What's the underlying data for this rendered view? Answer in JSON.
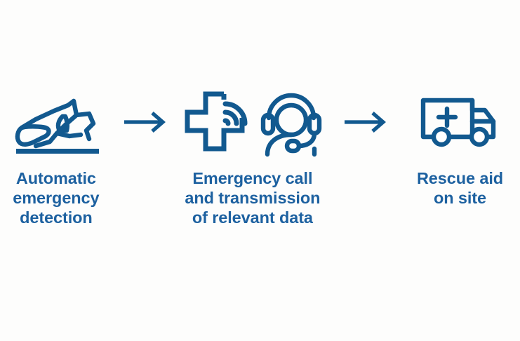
{
  "theme": {
    "background": "#fdfdfc",
    "brand_blue": "#12598F",
    "text_blue": "#1D61A0"
  },
  "flow": {
    "steps": [
      {
        "id": "step-automatic-detection",
        "label": "Automatic\nemergency\ndetection",
        "icons": [
          {
            "name": "crashed-car-icon",
            "title": "Crashed car with impact barrier"
          }
        ]
      },
      {
        "id": "step-emergency-call",
        "label": "Emergency call\nand transmission\nof relevant data",
        "icons": [
          {
            "name": "medical-cross-signal-icon",
            "title": "Medical cross with wireless signal"
          },
          {
            "name": "headset-operator-icon",
            "title": "Call centre operator with headset"
          }
        ]
      },
      {
        "id": "step-rescue-aid",
        "label": "Rescue aid\non site",
        "icons": [
          {
            "name": "ambulance-icon",
            "title": "Ambulance van with medical cross"
          }
        ]
      }
    ],
    "arrows": [
      {
        "name": "flow-arrow-1",
        "direction": "right"
      },
      {
        "name": "flow-arrow-2",
        "direction": "right"
      }
    ]
  }
}
